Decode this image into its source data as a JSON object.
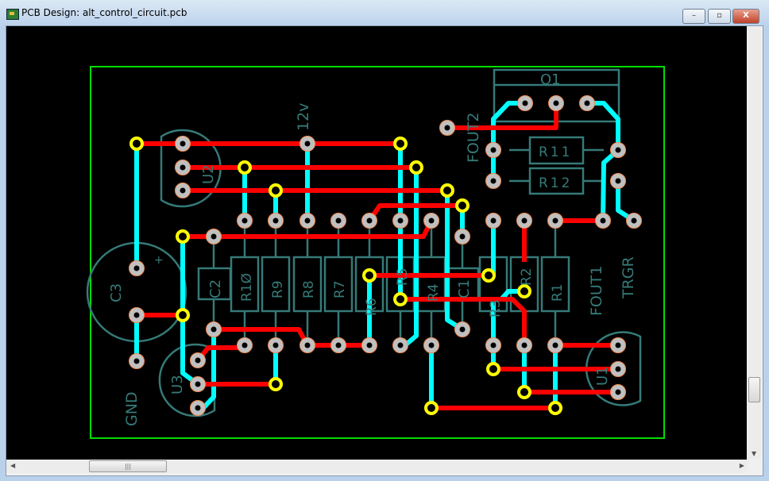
{
  "window": {
    "title": "PCB Design: alt_control_circuit.pcb",
    "minimize_label": "–",
    "maximize_label": "▫",
    "close_label": "X"
  },
  "colors": {
    "board_outline": "#00dd00",
    "top_copper": "#ff0000",
    "bottom_copper": "#00ffff",
    "via": "#ffff00",
    "pad": "#c0c0c0",
    "silkscreen": "#357a78"
  },
  "scrollbars": {
    "vertical_up": "▲",
    "vertical_down": "▼",
    "horizontal_left": "◀",
    "horizontal_right": "▶",
    "grip": "|||"
  },
  "labels": {
    "net_12v": "12v",
    "net_fout2": "FOUT2",
    "net_fout1": "FOUT1",
    "net_trgr": "TRGR",
    "net_gnd": "GND",
    "q1": "Q1",
    "u1": "U1",
    "u2": "U2",
    "u3": "U3",
    "c1": "C1",
    "c2": "C2",
    "c3": "C3",
    "c3_polarity": "+",
    "r1": "R1",
    "r2": "R2",
    "r3": "R3",
    "r4": "R4",
    "r5": "R5",
    "r6": "R6",
    "r7": "R7",
    "r8": "R8",
    "r9": "R9",
    "r10": "R1Ø",
    "r11": "R11",
    "r12": "R12"
  }
}
